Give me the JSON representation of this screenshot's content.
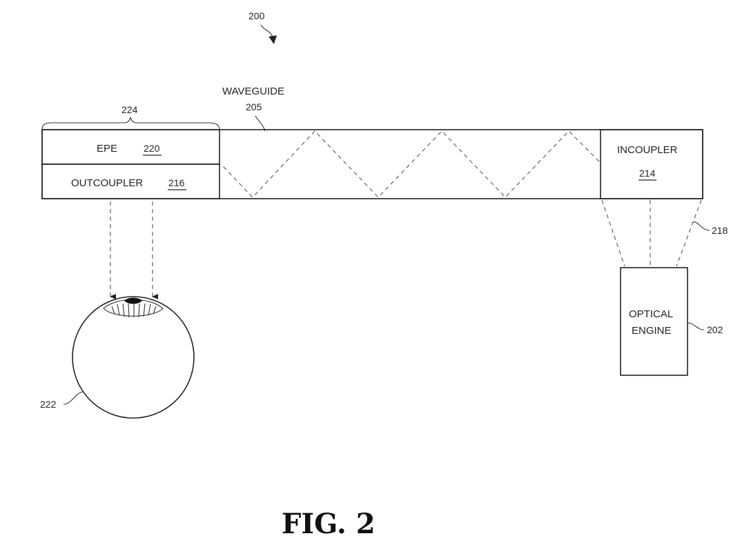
{
  "figure": {
    "number": "200",
    "caption": "FIG. 2"
  },
  "waveguide": {
    "label": "WAVEGUIDE",
    "number": "205"
  },
  "epe": {
    "label": "EPE",
    "number": "220"
  },
  "outcoupler": {
    "label": "OUTCOUPLER",
    "number": "216"
  },
  "incoupler": {
    "label": "INCOUPLER",
    "number": "214"
  },
  "brace": {
    "number": "224"
  },
  "light_cone": {
    "number": "218"
  },
  "optical_engine": {
    "label_line1": "OPTICAL",
    "label_line2": "ENGINE",
    "number": "202"
  },
  "eye": {
    "number": "222"
  },
  "colors": {
    "line": "#222222",
    "background": "#ffffff"
  }
}
